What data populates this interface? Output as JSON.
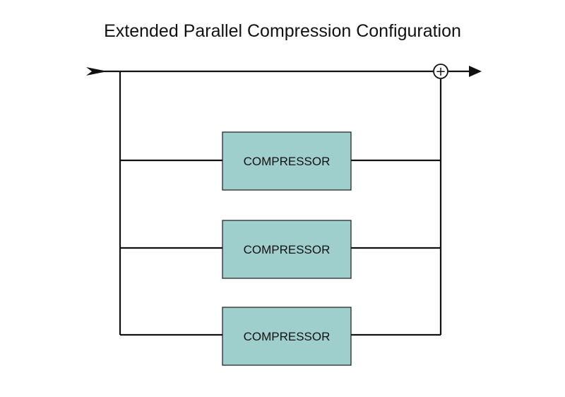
{
  "title": "Extended Parallel Compression Configuration",
  "colors": {
    "box_fill": "#9ecfcd",
    "line": "#111111",
    "background": "#ffffff"
  },
  "blocks": [
    {
      "label": "COMPRESSOR"
    },
    {
      "label": "COMPRESSOR"
    },
    {
      "label": "COMPRESSOR"
    }
  ],
  "summing_node": {
    "symbol": "+"
  },
  "icons": {
    "input": "input-arrow-icon",
    "output": "output-arrow-icon",
    "sum": "summing-junction-icon"
  }
}
